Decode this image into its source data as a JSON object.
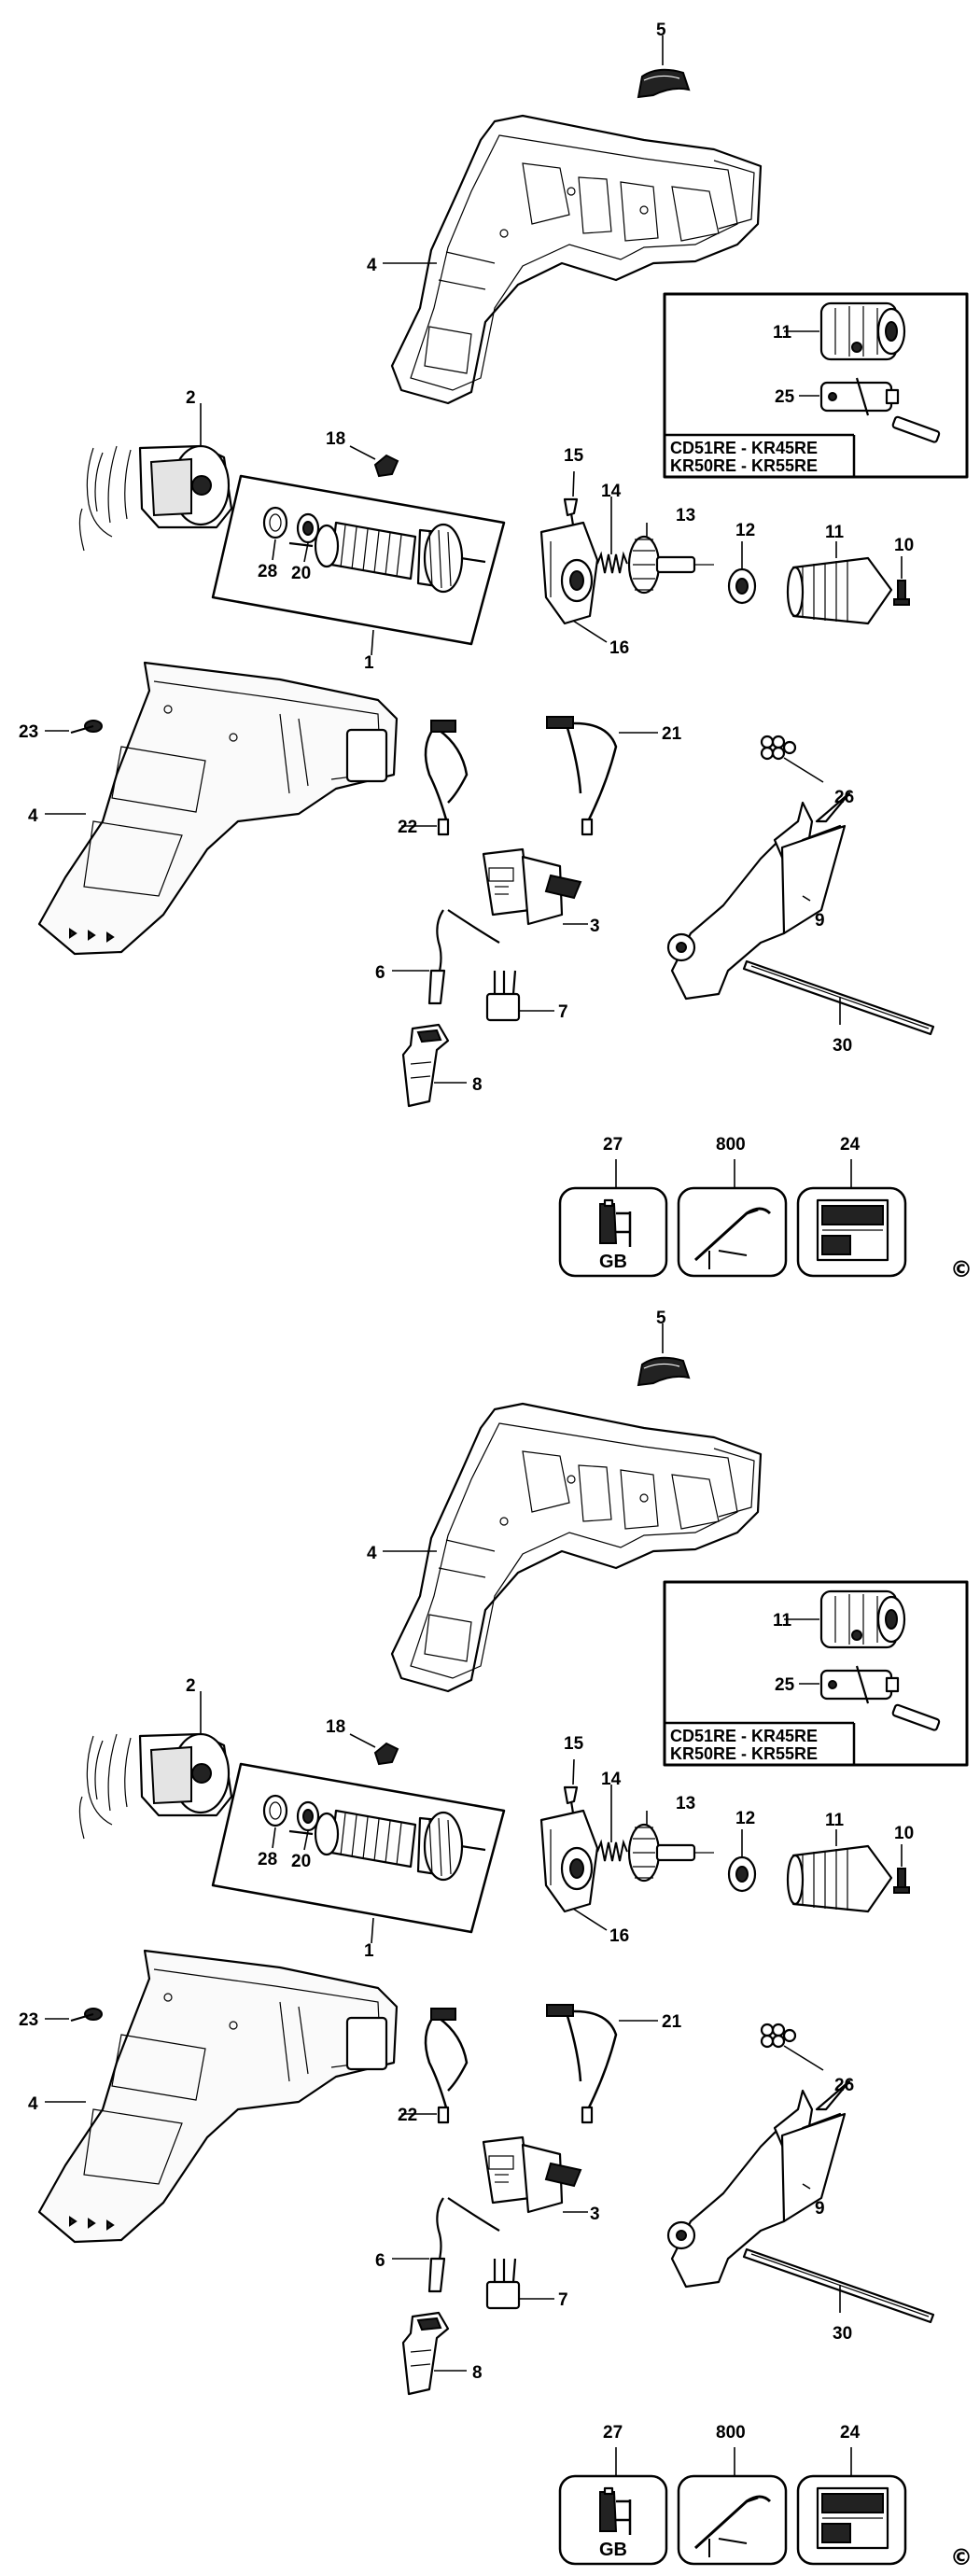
{
  "sections": [
    {
      "labels": {
        "p1": "1",
        "p2": "2",
        "p3": "3",
        "p4a": "4",
        "p4b": "4",
        "p5": "5",
        "p6": "6",
        "p7": "7",
        "p8": "8",
        "p9": "9",
        "p10": "10",
        "p11a": "11",
        "p11b": "11",
        "p12": "12",
        "p13": "13",
        "p14": "14",
        "p15": "15",
        "p16": "16",
        "p18": "18",
        "p20": "20",
        "p21": "21",
        "p22": "22",
        "p23": "23",
        "p24": "24",
        "p25": "25",
        "p26": "26",
        "p27": "27",
        "p28": "28",
        "p30": "30",
        "p800": "800"
      },
      "model_box": {
        "line1": "CD51RE - KR45RE",
        "line2": "KR50RE - KR55RE"
      },
      "plug_label": "GB",
      "copyright": "©"
    },
    {
      "labels": {
        "p1": "1",
        "p2": "2",
        "p3": "3",
        "p4a": "4",
        "p4b": "4",
        "p5": "5",
        "p6": "6",
        "p7": "7",
        "p8": "8",
        "p9": "9",
        "p10": "10",
        "p11a": "11",
        "p11b": "11",
        "p12": "12",
        "p13": "13",
        "p14": "14",
        "p15": "15",
        "p16": "16",
        "p18": "18",
        "p20": "20",
        "p21": "21",
        "p22": "22",
        "p23": "23",
        "p24": "24",
        "p25": "25",
        "p26": "26",
        "p27": "27",
        "p28": "28",
        "p30": "30",
        "p800": "800"
      },
      "model_box": {
        "line1": "CD51RE - KR45RE",
        "line2": "KR50RE - KR55RE"
      },
      "plug_label": "GB",
      "copyright": "©"
    }
  ]
}
